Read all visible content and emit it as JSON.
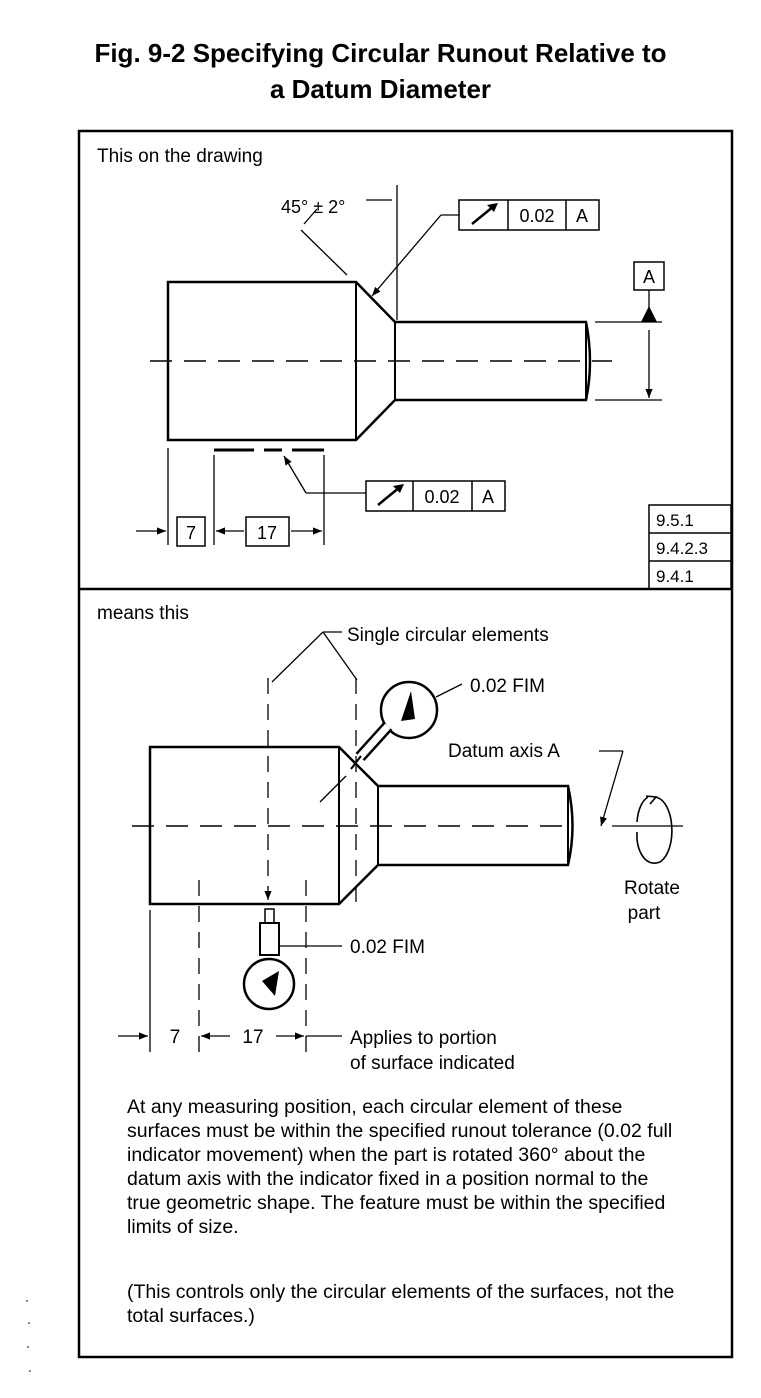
{
  "title": {
    "line1": "Fig. 9-2    Specifying Circular Runout Relative to",
    "line2": "a Datum Diameter"
  },
  "top_panel": {
    "caption": "This  on  the  drawing",
    "angle": "45° ± 2°",
    "fcf_upper": {
      "tolerance": "0.02",
      "datum": "A"
    },
    "fcf_lower": {
      "tolerance": "0.02",
      "datum": "A"
    },
    "datum_label": "A",
    "dim_7": "7",
    "dim_17": "17",
    "references": [
      "9.5.1",
      "9.4.2.3",
      "9.4.1"
    ]
  },
  "bottom_panel": {
    "caption": "means  this",
    "single_circular": "Single  circular  elements",
    "fim_upper": "0.02  FIM",
    "datum_axis": "Datum  axis  A",
    "rotate_line1": "Rotate",
    "rotate_line2": "part",
    "fim_lower": "0.02  FIM",
    "dim_7": "7",
    "dim_17": "17",
    "applies_line1": "Applies  to  portion",
    "applies_line2": "of  surface  indicated",
    "paragraph1": "At any measuring position, each circular element of these surfaces must be within the specified runout tolerance (0.02 full indicator movement) when the part is rotated 360° about the datum axis with the indicator fixed in a position normal to the true geometric shape. The feature must be within the specified limits of size.",
    "paragraph2": "(This controls only the circular elements of the surfaces, not the total surfaces.)"
  }
}
